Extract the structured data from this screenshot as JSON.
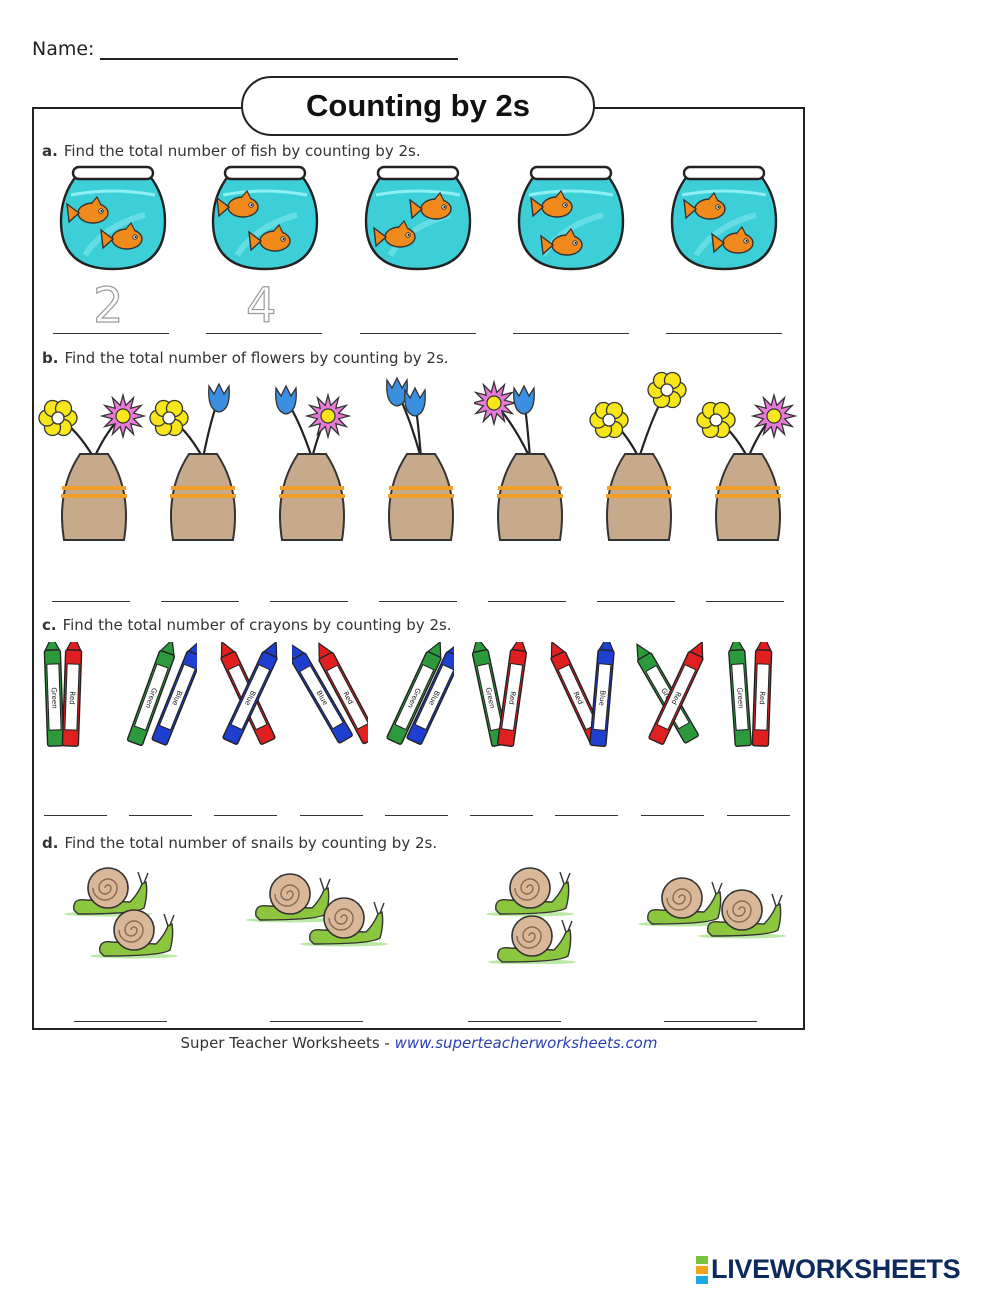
{
  "header": {
    "name_label": "Name:"
  },
  "title": "Counting by 2s",
  "sections": [
    {
      "letter": "a.",
      "prompt": "Find the total number of fish by counting by 2s.",
      "groups": 5,
      "examples": [
        "2",
        "4"
      ]
    },
    {
      "letter": "b.",
      "prompt": "Find the total number of flowers by counting by 2s.",
      "groups": 7
    },
    {
      "letter": "c.",
      "prompt": "Find the total number of crayons by counting by 2s.",
      "groups": 9,
      "crayon_labels": {
        "green": "Green",
        "red": "Red",
        "blue": "Blue"
      }
    },
    {
      "letter": "d.",
      "prompt": "Find the total number of snails by counting by 2s.",
      "groups": 4
    }
  ],
  "footer": {
    "publisher": "Super Teacher Worksheets - ",
    "url": "www.superteacherworksheets.com"
  },
  "brand": {
    "name": "LIVEWORKSHEETS"
  },
  "colors": {
    "water": "#3ccfd8",
    "fish": "#f08a1c",
    "vase": "#c7a98c",
    "vase_band": "#f0a02a",
    "yellow_flower": "#f7e61a",
    "pink_flower": "#e67ad6",
    "tulip": "#3a8fe0",
    "crayon_green": "#2c9a3c",
    "crayon_red": "#e02020",
    "crayon_blue": "#1f3fd0",
    "snail_body": "#8cc63f",
    "snail_shell": "#d9b89a",
    "brand_text": "#0d2a5c"
  }
}
